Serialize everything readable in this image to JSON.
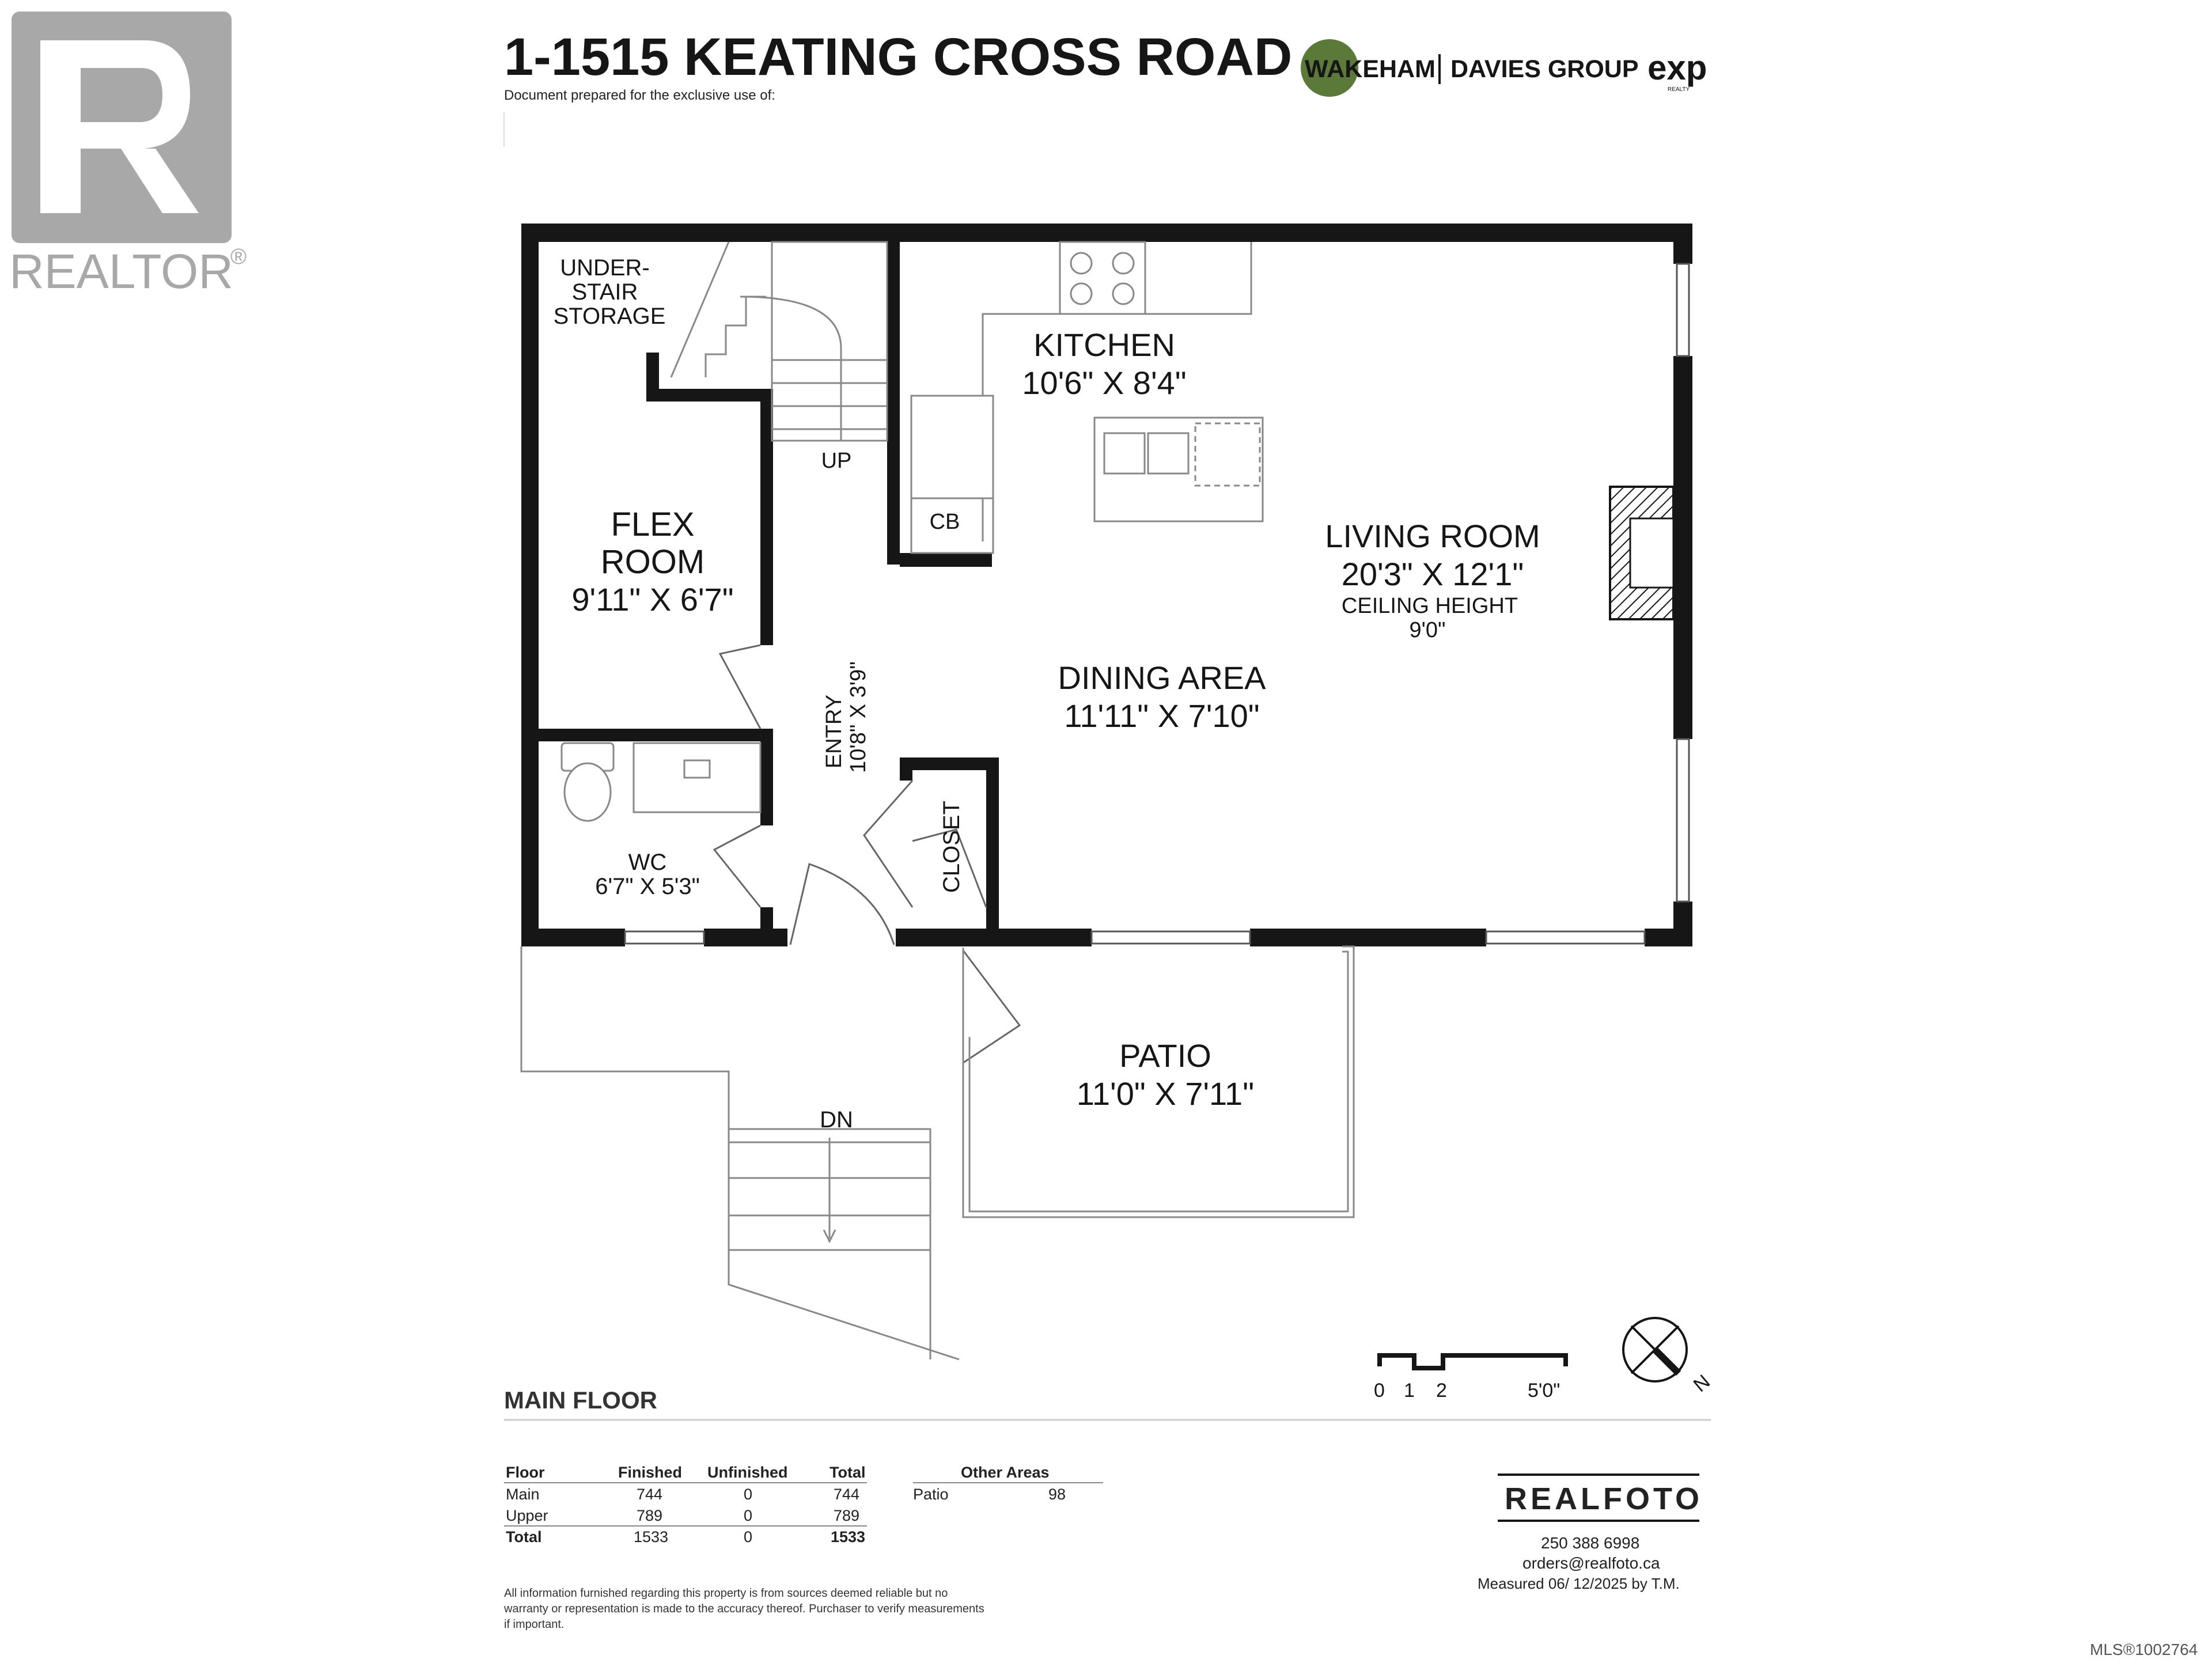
{
  "header": {
    "address": "1-1515 KEATING CROSS ROAD",
    "prepared_for": "Document prepared for the exclusive use of:",
    "brand_left": "WAKEHAM",
    "brand_right": "DAVIES GROUP",
    "exp_logo": "exp",
    "exp_sub": "REALTY"
  },
  "realtor_badge": {
    "label": "REALTOR",
    "reg": "®"
  },
  "rooms": {
    "understair_line1": "UNDER-",
    "understair_line2": "STAIR",
    "understair_line3": "STORAGE",
    "kitchen_name": "KITCHEN",
    "kitchen_dims": "10'6\" X 8'4\"",
    "stairs_up": "UP",
    "cb": "CB",
    "flex_line1": "FLEX",
    "flex_line2": "ROOM",
    "flex_dims": "9'11\" X 6'7\"",
    "living_name": "LIVING ROOM",
    "living_dims": "20'3\" X 12'1\"",
    "ceiling_label": "CEILING HEIGHT",
    "ceiling_value": "9'0\"",
    "dining_name": "DINING AREA",
    "dining_dims": "11'11\" X 7'10\"",
    "entry_name": "ENTRY",
    "entry_dims": "10'8\" X 3'9\"",
    "closet": "CLOSET",
    "wc_name": "WC",
    "wc_dims": "6'7\" X 5'3\"",
    "patio_name": "PATIO",
    "patio_dims": "11'0\" X 7'11\"",
    "stairs_down": "DN"
  },
  "scale": {
    "t0": "0",
    "t1": "1",
    "t2": "2",
    "t5": "5'0\""
  },
  "north_label": "N",
  "floor_label": "MAIN FLOOR",
  "area_table": {
    "headers": {
      "floor": "Floor",
      "finished": "Finished",
      "unfinished": "Unfinished",
      "total": "Total"
    },
    "rows": [
      {
        "floor": "Main",
        "finished": "744",
        "unfinished": "0",
        "total": "744"
      },
      {
        "floor": "Upper",
        "finished": "789",
        "unfinished": "0",
        "total": "789"
      },
      {
        "floor": "Total",
        "finished": "1533",
        "unfinished": "0",
        "total": "1533"
      }
    ]
  },
  "other_areas": {
    "header": "Other Areas",
    "rows": [
      {
        "name": "Patio",
        "value": "98"
      }
    ]
  },
  "disclaimer": [
    "All information furnished regarding this property is from sources deemed reliable but no",
    "warranty or representation is made to the accuracy thereof. Purchaser to verify measurements",
    "if important."
  ],
  "realfoto": {
    "logo": "REALFOTO",
    "phone": "250 388 6998",
    "email": "orders@realfoto.ca",
    "measured": "Measured 06/ 12/2025 by T.M."
  },
  "mls": "MLS®1002764",
  "colors": {
    "wall": "#161616",
    "line": "#777777",
    "realtor_gray": "#a8a8a8",
    "wakeham_green": "#5b7a3a"
  }
}
